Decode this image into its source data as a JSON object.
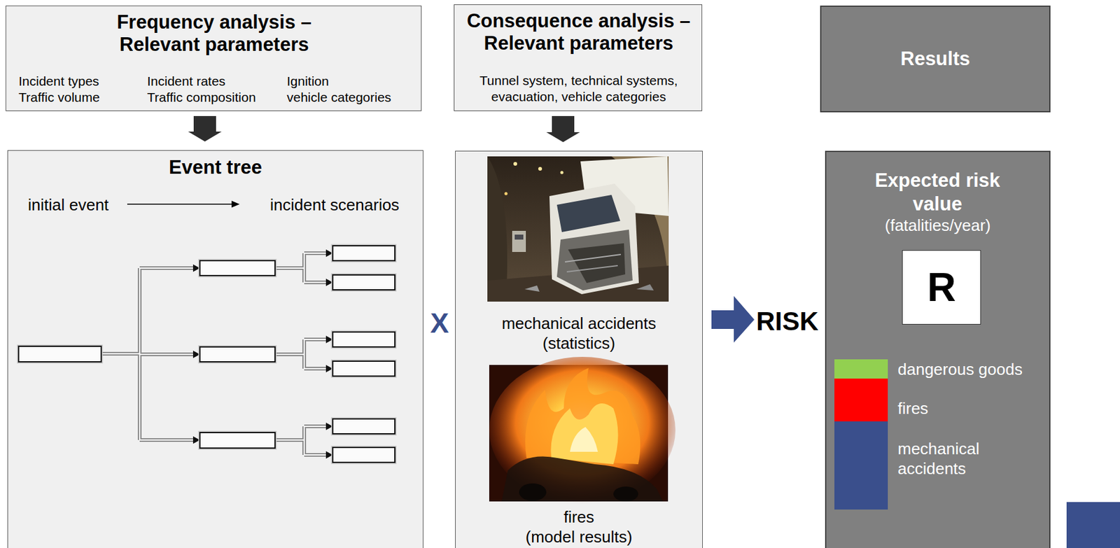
{
  "diagram": {
    "nodes": [
      {
        "text": [
          "Frequency analysis – Relevant parameters",
          "Incident types",
          "Traffic volume",
          "Incident rates",
          "Traffic composition",
          "Ignition",
          "vehicle categories"
        ]
      },
      {
        "text": [
          "Consequence analysis – Relevant parameters",
          "Tunnel system, technical systems, evacuation, vehicle categories"
        ]
      },
      {
        "text": [
          "Results"
        ]
      },
      {
        "text": [
          "Event tree",
          "initial event",
          "incident scenarios"
        ]
      },
      {
        "text": [
          "mechanical accidents",
          "(statistics)",
          "fires",
          "(model results)"
        ]
      },
      {
        "text": [
          "Expected risk value",
          "(fatalities/year)"
        ]
      },
      {
        "text": [
          "R"
        ],
        "in": 5
      }
    ],
    "edges": [
      {
        "from": 0,
        "to": 3,
        "arrow": "to"
      },
      {
        "from": 1,
        "to": 4,
        "arrow": "to"
      }
    ],
    "labels": [
      "X",
      "RISK"
    ],
    "legend": [
      {
        "text": "dangerous goods",
        "color": "#92d050"
      },
      {
        "text": "fires",
        "color": "#ff0000"
      },
      {
        "text": "mechanical accidents",
        "color": "#3a4f8c"
      }
    ]
  }
}
